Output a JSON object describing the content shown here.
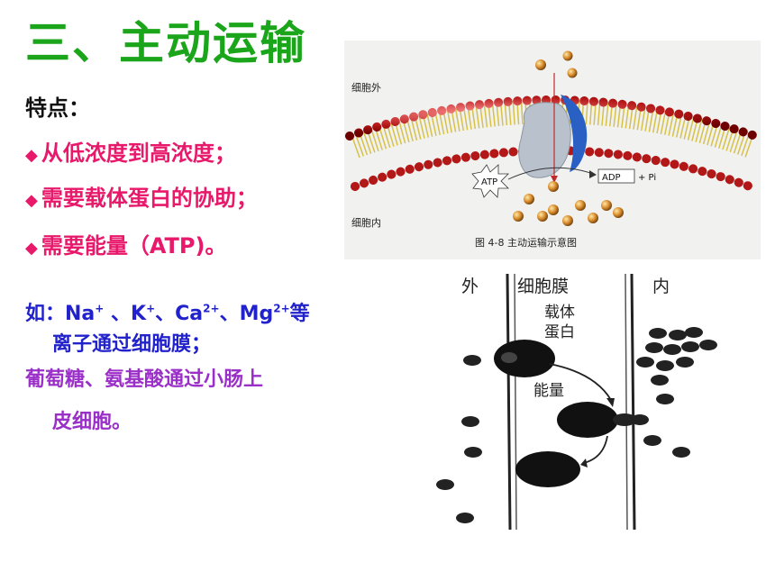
{
  "title": "三、主动运输",
  "features_label": "特点：",
  "bullet_symbol": "◆",
  "features": [
    "从低浓度到高浓度；",
    "需要载体蛋白的协助；",
    "需要能量（ATP)。"
  ],
  "examples": {
    "ion_prefix": "如：",
    "na": "Na",
    "na_sup": "+",
    "k": "K",
    "k_sup": "+",
    "ca": "Ca",
    "ca_sup": "2+",
    "mg": "Mg",
    "mg_sup": "2+",
    "ion_suffix": "等",
    "ion_line2": "离子通过细胞膜；",
    "sugar_line1": "葡萄糖、氨基酸通过小肠上",
    "sugar_line2": "皮细胞。"
  },
  "figure1": {
    "outside_label": "细胞外",
    "inside_label": "细胞内",
    "atp": "ATP",
    "adp": "ADP",
    "pi": "+ Pi",
    "caption": "图 4-8    主动运输示意图"
  },
  "figure2": {
    "outside": "外",
    "membrane": "细胞膜",
    "inside": "内",
    "carrier_line1": "载体",
    "carrier_line2": "蛋白",
    "energy": "能量"
  }
}
